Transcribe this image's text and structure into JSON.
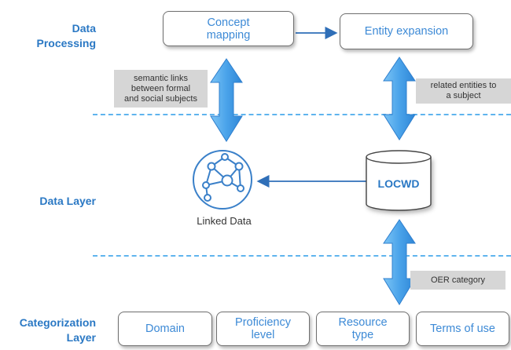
{
  "layers": {
    "processing": [
      "Data",
      "Processing"
    ],
    "data": "Data Layer",
    "categorization": [
      "Categorization",
      "Layer"
    ]
  },
  "boxes": {
    "concept_mapping": [
      "Concept",
      "mapping"
    ],
    "entity_expansion": "Entity expansion"
  },
  "notes": {
    "semantic_links": [
      "semantic links",
      "between formal",
      "and social subjects"
    ],
    "related_entities": [
      "related entities to",
      "a subject"
    ],
    "oer_category": "OER category"
  },
  "nodes": {
    "linked_data": "Linked Data",
    "locwd": "LOCWD"
  },
  "categories": [
    [
      "Domain"
    ],
    [
      "Proficiency",
      "level"
    ],
    [
      "Resource",
      "type"
    ],
    [
      "Terms of use"
    ]
  ]
}
